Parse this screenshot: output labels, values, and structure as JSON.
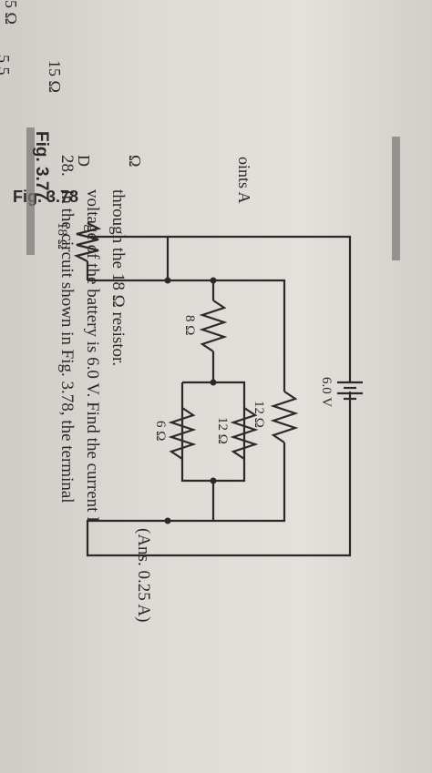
{
  "previous_figure": {
    "resistor_top_label": "5 Ω",
    "label_omega": "Ω",
    "label_points": "oints A",
    "label_D": "D",
    "label_15": "15 Ω",
    "caption_partial": "Fig. 3.78",
    "bottom_fragment": "5 5"
  },
  "figure_377": {
    "caption": "Fig. 3.77"
  },
  "problem": {
    "number": "28.",
    "line1": "In the circuit shown in Fig. 3.78, the terminal",
    "line2": "voltage of the battery is 6.0 V. Find the current I",
    "line3": "through the 18 Ω resistor.",
    "answer": "(Ans. 0.25 A)"
  },
  "circuit": {
    "r18": "18 Ω",
    "r8": "8 Ω",
    "r12_left": "12 Ω",
    "r12_mid": "12 Ω",
    "r6": "6 Ω",
    "battery": "6.0 V"
  }
}
